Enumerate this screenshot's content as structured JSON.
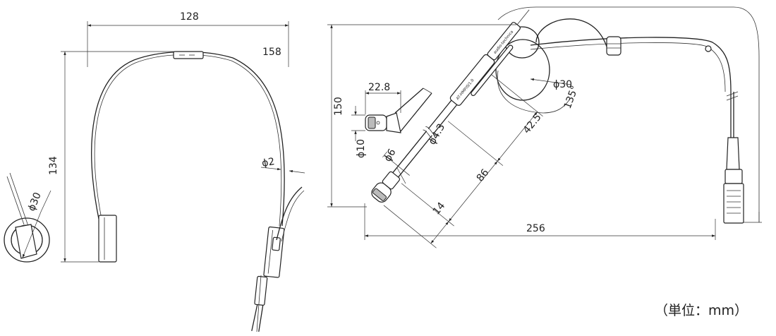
{
  "dimensions": {
    "width_128": "128",
    "length_158": "158",
    "height_134": "134",
    "diameter_30_left": "ϕ30",
    "diameter_2": "ϕ2",
    "height_150": "150",
    "width_22_8": "22.8",
    "diameter_10": "ϕ10",
    "diameter_6": "ϕ6",
    "diameter_4_3": "ϕ4.3",
    "length_86": "86",
    "length_14": "14",
    "length_42_5": "42.5",
    "angle_135": "135°",
    "diameter_30_right": "ϕ30",
    "length_256": "256"
  },
  "brand_text": "audio-technica",
  "model_text": "AT-HMP/0/1.0",
  "unit_note": "（単位：mm）"
}
